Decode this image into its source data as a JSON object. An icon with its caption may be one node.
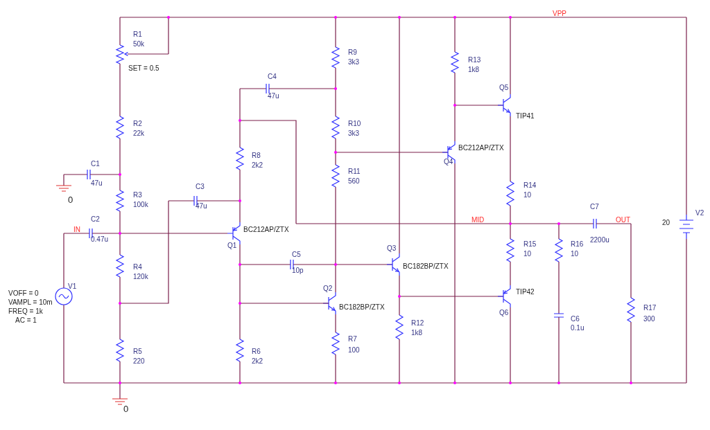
{
  "diagram": {
    "labels": [
      "VPP",
      "R1",
      "50k",
      "SET = 0.5",
      "R9",
      "3k3",
      "R13",
      "1k8",
      "C4",
      "47u",
      "Q5",
      "TIP41",
      "R2",
      "22k",
      "R10",
      "3k3",
      "BC212AP/ZTX",
      "Q4",
      "R8",
      "2k2",
      "C1",
      "47u",
      "R11",
      "560",
      "0",
      "C3",
      "47u",
      "R3",
      "100k",
      "R14",
      "10",
      "C7",
      "IN",
      "C2",
      "0.47u",
      "MID",
      "OUT",
      "V2",
      "20",
      "BC212AP/ZTX",
      "Q1",
      "2200u",
      "R15",
      "10",
      "R16",
      "10",
      "Q3",
      "BC182BP/ZTX",
      "C5",
      "10p",
      "R4",
      "120k",
      "V1",
      "VOFF = 0",
      "VAMPL = 10m",
      "FREQ = 1k",
      "AC = 1",
      "Q2",
      "BC182BP/ZTX",
      "TIP42",
      "Q6",
      "C6",
      "0.1u",
      "R17",
      "300",
      "R12",
      "1k8",
      "R7",
      "100",
      "R5",
      "220",
      "R6",
      "2k2",
      "0"
    ]
  }
}
